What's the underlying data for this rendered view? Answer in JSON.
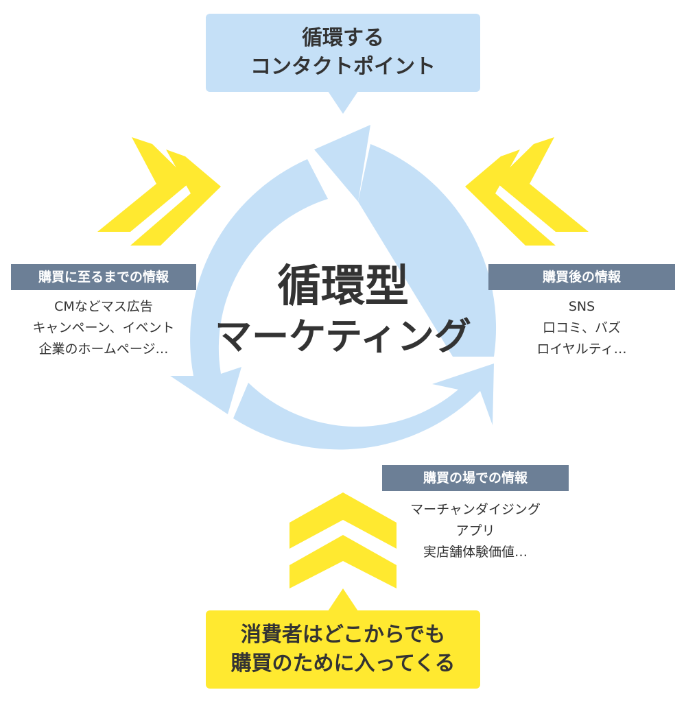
{
  "top_box": {
    "line1": "循環する",
    "line2": "コンタクトポイント"
  },
  "center": {
    "line1": "循環型",
    "line2": "マーケティング"
  },
  "left_panel": {
    "label": "購買に至るまでの情報",
    "items": [
      "CMなどマス広告",
      "キャンペーン、イベント",
      "企業のホームページ…"
    ]
  },
  "right_panel": {
    "label": "購買後の情報",
    "items": [
      "SNS",
      "口コミ、バズ",
      "ロイヤルティ…"
    ]
  },
  "bottom_panel": {
    "label": "購買の場での情報",
    "items": [
      "マーチャンダイジング",
      "アプリ",
      "実店舗体験価値…"
    ]
  },
  "bottom_box": {
    "line1": "消費者はどこからでも",
    "line2": "購買のために入ってくる"
  },
  "colors": {
    "cycle_blue": "#c5e0f7",
    "chevron_yellow": "#ffe930",
    "label_slate": "#6c7f96",
    "text": "#333333"
  },
  "icons": [
    "cycle-arrow-icon",
    "chevron-double-right-icon",
    "chevron-double-left-icon",
    "chevron-double-up-icon"
  ]
}
